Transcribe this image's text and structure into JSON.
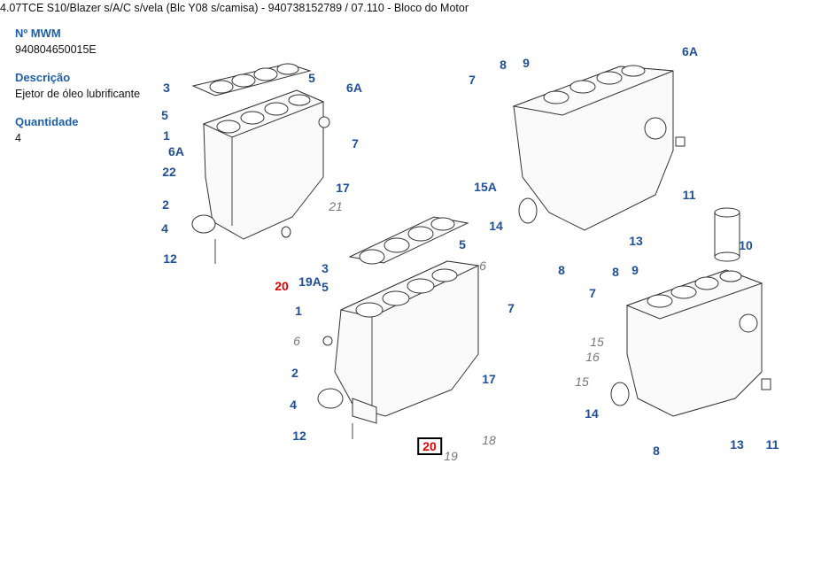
{
  "header": {
    "title": "4.07TCE S10/Blazer s/A/C s/vela (Blc Y08 s/camisa) - 940738152789  /  07.110 - Bloco do Motor"
  },
  "info": {
    "mwm_label": "Nº MWM",
    "mwm_value": "940804650015E",
    "desc_label": "Descrição",
    "desc_value": "Ejetor de óleo lubrificante",
    "qty_label": "Quantidade",
    "qty_value": "4"
  },
  "callouts": {
    "d1": [
      "3",
      "5",
      "6A",
      "5",
      "1",
      "7",
      "6A",
      "22",
      "17",
      "21",
      "2",
      "4",
      "12",
      "20",
      "19A"
    ],
    "d2": [
      "5",
      "3",
      "5",
      "6",
      "1",
      "7",
      "6",
      "17",
      "2",
      "4",
      "12",
      "20",
      "18",
      "19"
    ],
    "d3": [
      "7",
      "8",
      "9",
      "6A",
      "15A",
      "11",
      "14",
      "13",
      "8"
    ],
    "d4": [
      "10",
      "8",
      "9",
      "7",
      "15",
      "16",
      "15",
      "14",
      "13",
      "11",
      "8"
    ]
  },
  "colors": {
    "callout": "#1f4f96",
    "highlight": "#e00000",
    "muted": "#777777",
    "label": "#2060a8"
  }
}
